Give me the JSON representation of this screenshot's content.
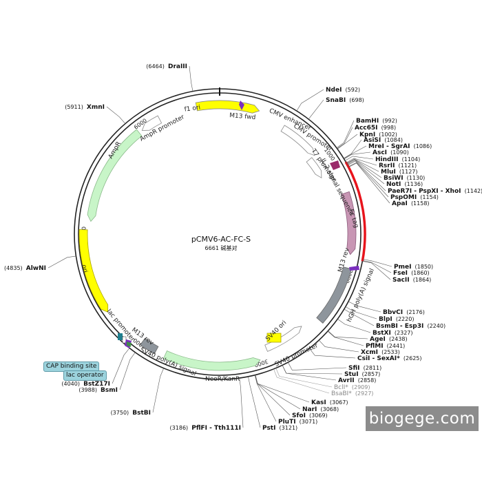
{
  "plasmid": {
    "name": "pCMV6-AC-FC-S",
    "size_label": "6661 碱基对",
    "length": 6661
  },
  "colors": {
    "backbone": "#222222",
    "highlight": "#e8141c",
    "ori": "#ffff00",
    "resistance": "#c8f5c8",
    "promoter": "#ffffff",
    "fc_tag": "#c896b4",
    "signal": "#9a2a6a",
    "polyA": "#8e959c",
    "primer": "#7b2fbe",
    "cap_site": "#1f7f8f"
  },
  "ticks": [
    {
      "label": "1000",
      "pos": 1000
    },
    {
      "label": "2000",
      "pos": 2000
    },
    {
      "label": "3000",
      "pos": 3000
    },
    {
      "label": "4000",
      "pos": 4000
    },
    {
      "label": "5000",
      "pos": 5000
    },
    {
      "label": "6000",
      "pos": 6000
    }
  ],
  "sites": [
    {
      "name": "DraIII",
      "pos_label": "(6464)",
      "grey": false
    },
    {
      "name": "NdeI",
      "pos_label": "(592)",
      "grey": false
    },
    {
      "name": "SnaBI",
      "pos_label": "(698)",
      "grey": false
    },
    {
      "name": "BamHI",
      "pos_label": "(992)",
      "grey": false
    },
    {
      "name": "Acc65I",
      "pos_label": "(998)",
      "grey": false
    },
    {
      "name": "KpnI",
      "pos_label": "(1002)",
      "grey": false
    },
    {
      "name": "AsiSI",
      "pos_label": "(1084)",
      "grey": false
    },
    {
      "name": "MreI - SgrAI",
      "pos_label": "(1086)",
      "grey": false
    },
    {
      "name": "AscI",
      "pos_label": "(1090)",
      "grey": false
    },
    {
      "name": "HindIII",
      "pos_label": "(1104)",
      "grey": false
    },
    {
      "name": "RsrII",
      "pos_label": "(1121)",
      "grey": false
    },
    {
      "name": "MluI",
      "pos_label": "(1127)",
      "grey": false
    },
    {
      "name": "BsiWI",
      "pos_label": "(1130)",
      "grey": false
    },
    {
      "name": "NotI",
      "pos_label": "(1136)",
      "grey": false
    },
    {
      "name": "PaeR7I - PspXI - XhoI",
      "pos_label": "(1142)",
      "grey": false
    },
    {
      "name": "PspOMI",
      "pos_label": "(1154)",
      "grey": false
    },
    {
      "name": "ApaI",
      "pos_label": "(1158)",
      "grey": false
    },
    {
      "name": "PmeI",
      "pos_label": "(1850)",
      "grey": false
    },
    {
      "name": "FseI",
      "pos_label": "(1860)",
      "grey": false
    },
    {
      "name": "SacII",
      "pos_label": "(1864)",
      "grey": false
    },
    {
      "name": "BbvCI",
      "pos_label": "(2176)",
      "grey": false
    },
    {
      "name": "BlpI",
      "pos_label": "(2220)",
      "grey": false
    },
    {
      "name": "BsmBI - Esp3I",
      "pos_label": "(2240)",
      "grey": false
    },
    {
      "name": "BstXI",
      "pos_label": "(2327)",
      "grey": false
    },
    {
      "name": "AgeI",
      "pos_label": "(2438)",
      "grey": false
    },
    {
      "name": "PflMI",
      "pos_label": "(2441)",
      "grey": false
    },
    {
      "name": "XcmI",
      "pos_label": "(2533)",
      "grey": false
    },
    {
      "name": "CsiI - SexAI*",
      "pos_label": "(2625)",
      "grey": false
    },
    {
      "name": "SfiI",
      "pos_label": "(2811)",
      "grey": false
    },
    {
      "name": "StuI",
      "pos_label": "(2857)",
      "grey": false
    },
    {
      "name": "AvrII",
      "pos_label": "(2858)",
      "grey": false
    },
    {
      "name": "BclI*",
      "pos_label": "(2909)",
      "grey": true
    },
    {
      "name": "BsaBI*",
      "pos_label": "(2927)",
      "grey": true
    },
    {
      "name": "KasI",
      "pos_label": "(3067)",
      "grey": false
    },
    {
      "name": "NarI",
      "pos_label": "(3068)",
      "grey": false
    },
    {
      "name": "SfoI",
      "pos_label": "(3069)",
      "grey": false
    },
    {
      "name": "PluTI",
      "pos_label": "(3071)",
      "grey": false
    },
    {
      "name": "PstI",
      "pos_label": "(3121)",
      "grey": false
    },
    {
      "name": "PflFI - Tth111I",
      "pos_label": "(3186)",
      "grey": false
    },
    {
      "name": "BstBI",
      "pos_label": "(3750)",
      "grey": false
    },
    {
      "name": "BsmI",
      "pos_label": "(3988)",
      "grey": false
    },
    {
      "name": "BstZ17I",
      "pos_label": "(4040)",
      "grey": false
    },
    {
      "name": "AlwNI",
      "pos_label": "(4835)",
      "grey": false
    },
    {
      "name": "XmnI",
      "pos_label": "(5911)",
      "grey": false
    }
  ],
  "features": [
    {
      "name": "f1 ori"
    },
    {
      "name": "M13 fwd"
    },
    {
      "name": "CMV enhancer"
    },
    {
      "name": "CMV promoter"
    },
    {
      "name": "T7 promoter"
    },
    {
      "name": "IL-2 signal sequence"
    },
    {
      "name": "Fc tag"
    },
    {
      "name": "M13 rev"
    },
    {
      "name": "hGH poly(A) signal"
    },
    {
      "name": "SV40 ori"
    },
    {
      "name": "SV40 promoter"
    },
    {
      "name": "NeoR/KanR"
    },
    {
      "name": "SV40 poly(A) signal"
    },
    {
      "name": "M13 rev"
    },
    {
      "name": "lac promoter"
    },
    {
      "name": "ori"
    },
    {
      "name": "AmpR"
    },
    {
      "name": "AmpR promoter"
    }
  ],
  "tags": {
    "cap_binding_site": "CAP binding site",
    "lac_operator": "lac operator"
  },
  "watermark": "biogege.com"
}
